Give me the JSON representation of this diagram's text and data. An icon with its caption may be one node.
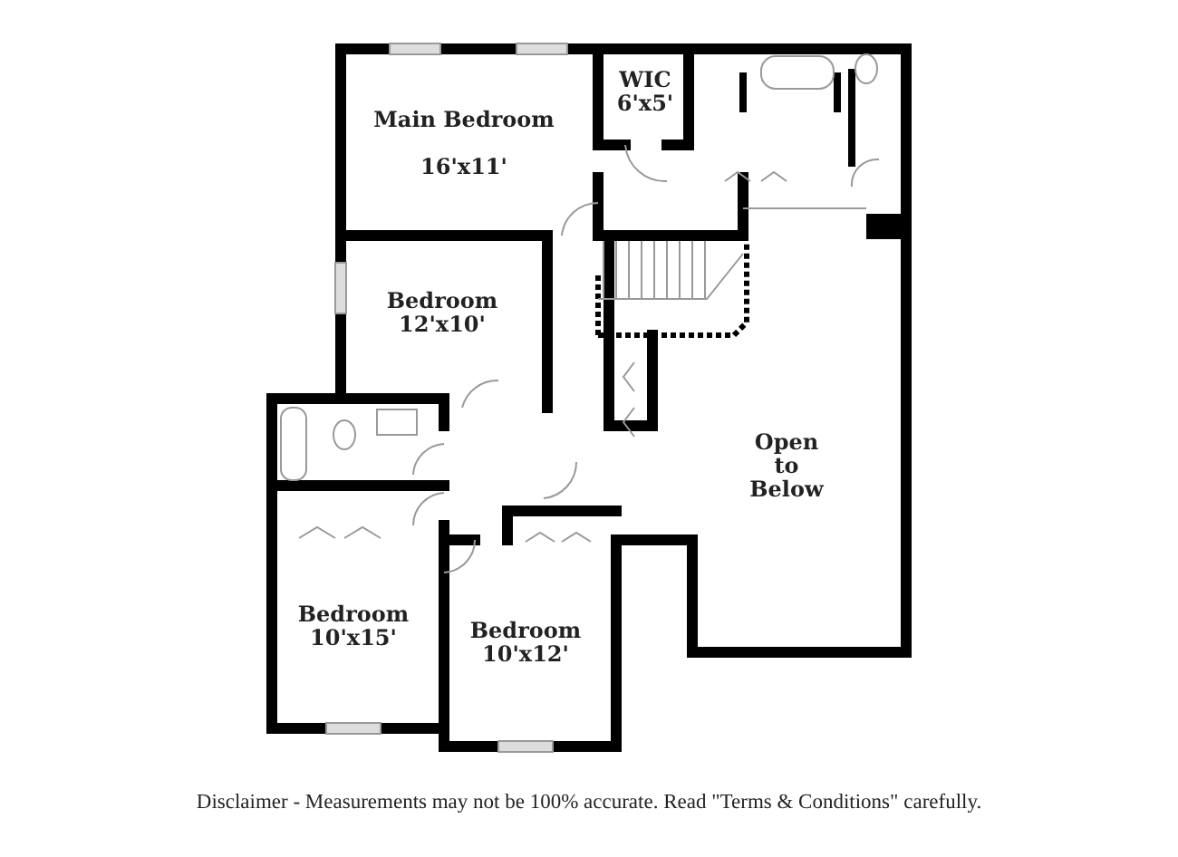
{
  "diagram": {
    "caption": "Disclaimer - Measurements may not be 100% accurate. Read \"Terms & Conditions\" carefully.",
    "labels": [
      "Main Bedroom",
      "16'x11'",
      "WIC",
      "6'x5'",
      "Bedroom",
      "12'x10'",
      "Open to Below",
      "Bedroom",
      "10'x15'",
      "Bedroom",
      "10'x12'"
    ]
  }
}
